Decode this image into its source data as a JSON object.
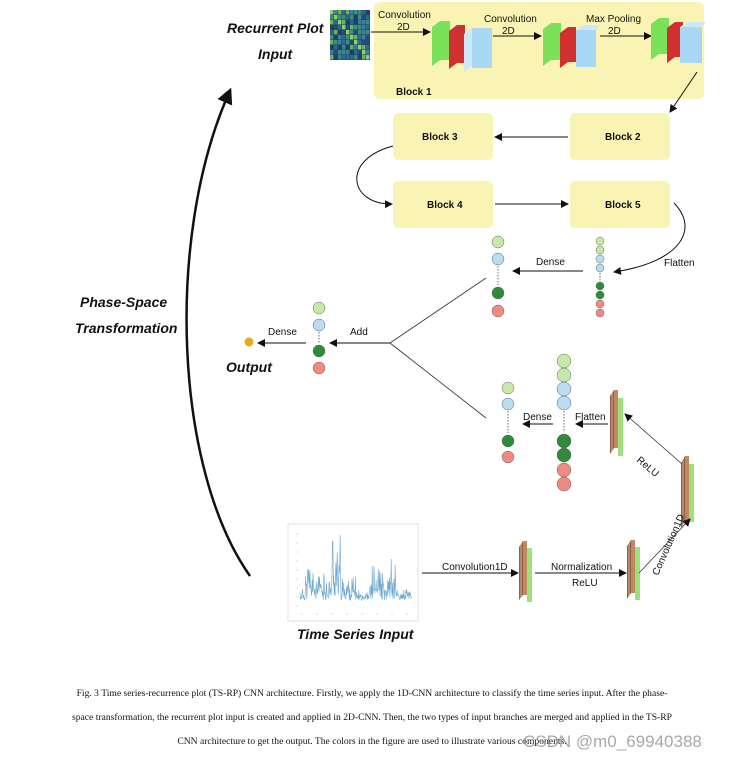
{
  "titles": {
    "rp_input": [
      "Recurrent Plot",
      "Input"
    ],
    "phase_space": [
      "Phase-Space",
      "Transformation"
    ],
    "output": "Output",
    "ts_input": "Time Series Input"
  },
  "block1": {
    "conv1": [
      "Convolution",
      "2D"
    ],
    "conv2": [
      "Convolution",
      "2D"
    ],
    "pool": [
      "Max Pooling",
      "2D"
    ],
    "label": "Block 1"
  },
  "blocks": {
    "block2": "Block 2",
    "block3": "Block 3",
    "block4": "Block 4",
    "block5": "Block 5"
  },
  "ops": {
    "flatten_top": "Flatten",
    "dense_top": "Dense",
    "add": "Add",
    "dense_out": "Dense",
    "dense_mid": "Dense",
    "flatten_mid": "Flatten",
    "relu_diag": "ReLU",
    "conv1d_diag": "Convolution1D",
    "normalization": "Normalization",
    "relu_bottom": "ReLU",
    "conv1d_bottom": "Convolution1D"
  },
  "colors": {
    "block_fill": "#faf4b4",
    "node_green": "#c6e9a8",
    "node_blue": "#b9dcf3",
    "node_dark_green": "#2f8a3a",
    "node_red": "#f08a80",
    "output_dot": "#e8a820",
    "series_line": "#6aa6cf"
  },
  "caption": [
    "Fig. 3 Time series-recurrence plot (TS-RP) CNN architecture. Firstly, we apply the 1D-CNN architecture to classify the time series input. After the phase-",
    "space transformation, the recurrent plot input is created and applied in 2D-CNN. Then, the two types of input branches are merged and applied in the TS-RP",
    "CNN architecture to get the output. The colors in the figure are used to illustrate various components."
  ],
  "watermark": "CSDN @m0_69940388"
}
